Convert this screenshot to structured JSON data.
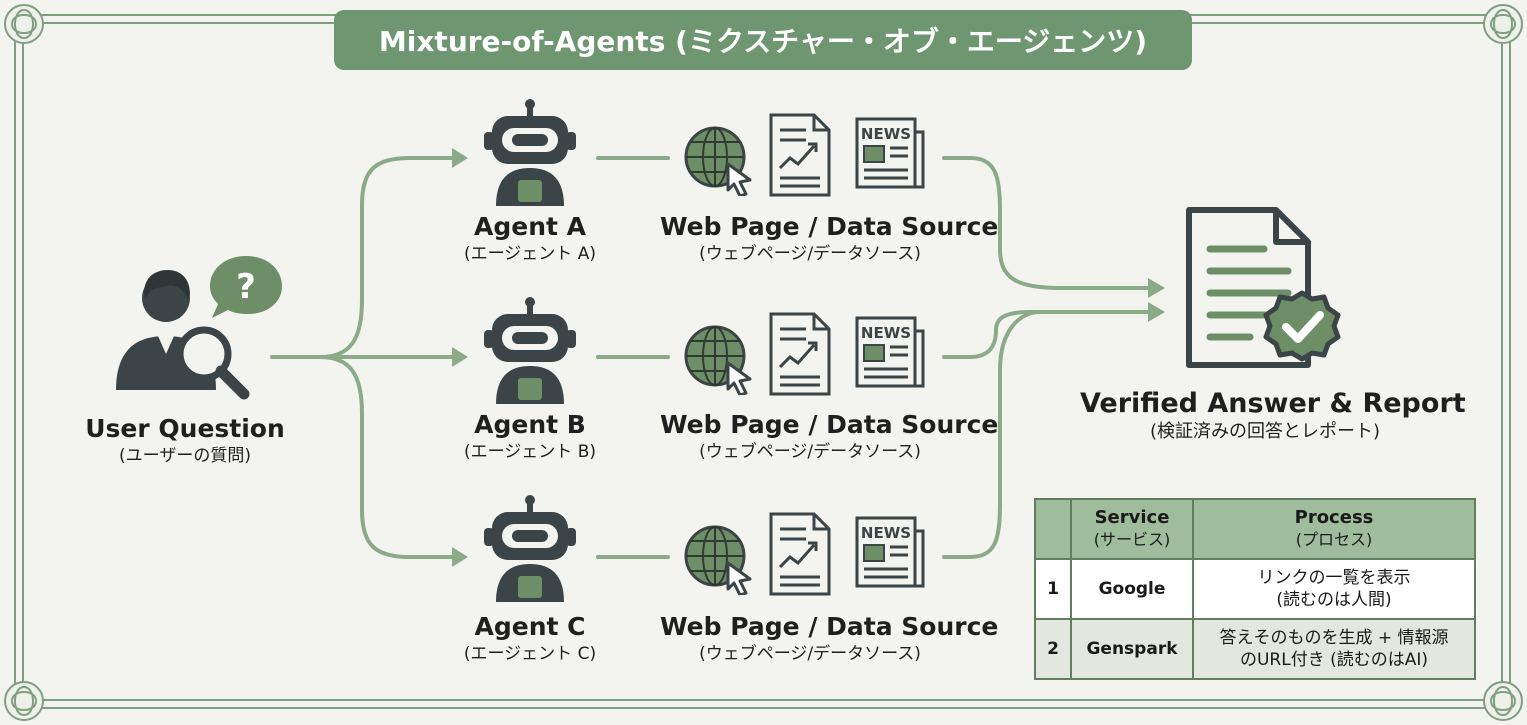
{
  "title": "Mixture-of-Agents (ミクスチャー・オブ・エージェンツ)",
  "user": {
    "label": "User Question",
    "sublabel": "(ユーザーの質問)",
    "bubble_glyph": "?"
  },
  "agents": [
    {
      "label": "Agent A",
      "sublabel": "(エージェント A)"
    },
    {
      "label": "Agent B",
      "sublabel": "(エージェント B)"
    },
    {
      "label": "Agent C",
      "sublabel": "(エージェント C)"
    }
  ],
  "sources": [
    {
      "label": "Web Page / Data Source",
      "sublabel": "(ウェブページ/データソース)",
      "news_text": "NEWS"
    },
    {
      "label": "Web Page / Data Source",
      "sublabel": "(ウェブページ/データソース)",
      "news_text": "NEWS"
    },
    {
      "label": "Web Page / Data Source",
      "sublabel": "(ウェブページ/データソース)",
      "news_text": "NEWS"
    }
  ],
  "result": {
    "label": "Verified Answer & Report",
    "sublabel": "(検証済みの回答とレポート)"
  },
  "table": {
    "headers": {
      "service": "Service",
      "service_sub": "(サービス)",
      "process": "Process",
      "process_sub": "(プロセス)"
    },
    "rows": [
      {
        "num": "1",
        "service": "Google",
        "process_line1": "リンクの一覧を表示",
        "process_line2": "(読むのは人間)"
      },
      {
        "num": "2",
        "service": "Genspark",
        "process_line1": "答えそのものを生成 + 情報源",
        "process_line2": "のURL付き (読むのはAI)"
      }
    ]
  },
  "colors": {
    "accent": "#6e9670",
    "line": "#8aaa88",
    "icon_dark": "#3b4446",
    "icon_green": "#6e8e68",
    "background": "#f3f4ef"
  }
}
